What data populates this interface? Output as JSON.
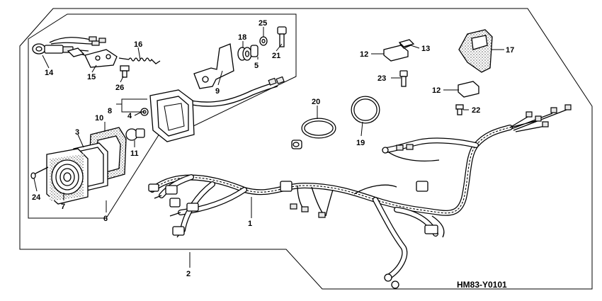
{
  "diagram_code": "HM83-Y0101",
  "callouts": [
    {
      "id": "c1",
      "label": "1"
    },
    {
      "id": "c2",
      "label": "2"
    },
    {
      "id": "c3",
      "label": "3"
    },
    {
      "id": "c4",
      "label": "4"
    },
    {
      "id": "c5",
      "label": "5"
    },
    {
      "id": "c6",
      "label": "6"
    },
    {
      "id": "c7",
      "label": "7"
    },
    {
      "id": "c8",
      "label": "8"
    },
    {
      "id": "c9",
      "label": "9"
    },
    {
      "id": "c10",
      "label": "10"
    },
    {
      "id": "c11",
      "label": "11"
    },
    {
      "id": "c12a",
      "label": "12"
    },
    {
      "id": "c12b",
      "label": "12"
    },
    {
      "id": "c13",
      "label": "13"
    },
    {
      "id": "c14",
      "label": "14"
    },
    {
      "id": "c15",
      "label": "15"
    },
    {
      "id": "c16",
      "label": "16"
    },
    {
      "id": "c17",
      "label": "17"
    },
    {
      "id": "c18",
      "label": "18"
    },
    {
      "id": "c19",
      "label": "19"
    },
    {
      "id": "c20",
      "label": "20"
    },
    {
      "id": "c21",
      "label": "21"
    },
    {
      "id": "c22",
      "label": "22"
    },
    {
      "id": "c23",
      "label": "23"
    },
    {
      "id": "c24",
      "label": "24"
    },
    {
      "id": "c25",
      "label": "25"
    },
    {
      "id": "c26",
      "label": "26"
    }
  ]
}
